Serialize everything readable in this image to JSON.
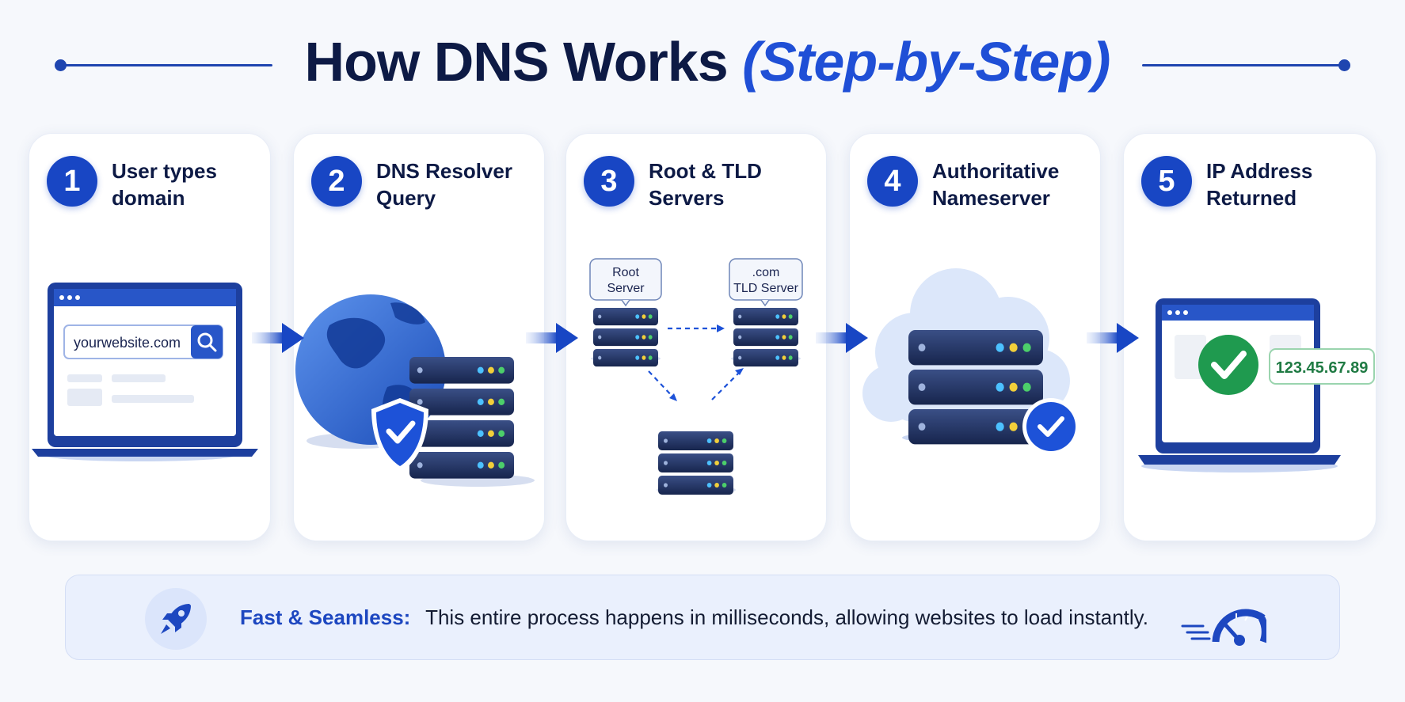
{
  "title": {
    "main": "How DNS Works",
    "accent": "(Step-by-Step)"
  },
  "steps": [
    {
      "number": "1",
      "line1": "User types",
      "line2": "domain"
    },
    {
      "number": "2",
      "line1": "DNS Resolver",
      "line2": "Query"
    },
    {
      "number": "3",
      "line1": "Root & TLD",
      "line2": "Servers"
    },
    {
      "number": "4",
      "line1": "Authoritative",
      "line2": "Nameserver"
    },
    {
      "number": "5",
      "line1": "IP Address",
      "line2": "Returned"
    }
  ],
  "step1": {
    "url": "yourwebsite.com"
  },
  "step3": {
    "root_label_1": "Root",
    "root_label_2": "Server",
    "tld_label_1": ".com",
    "tld_label_2": "TLD Server"
  },
  "step5": {
    "ip": "123.45.67.89"
  },
  "banner": {
    "lead": "Fast & Seamless:",
    "body": "This entire process happens in milliseconds, allowing websites to load instantly."
  },
  "colors": {
    "primary": "#1846c4",
    "dark": "#0d1a45",
    "success": "#1f9a4f",
    "server": "#1c2d5a"
  },
  "icons": [
    "search-icon",
    "globe-icon",
    "shield-check-icon",
    "server-icon",
    "cloud-icon",
    "check-badge-icon",
    "laptop-icon",
    "rocket-icon",
    "speedometer-icon",
    "arrow-right-icon"
  ]
}
